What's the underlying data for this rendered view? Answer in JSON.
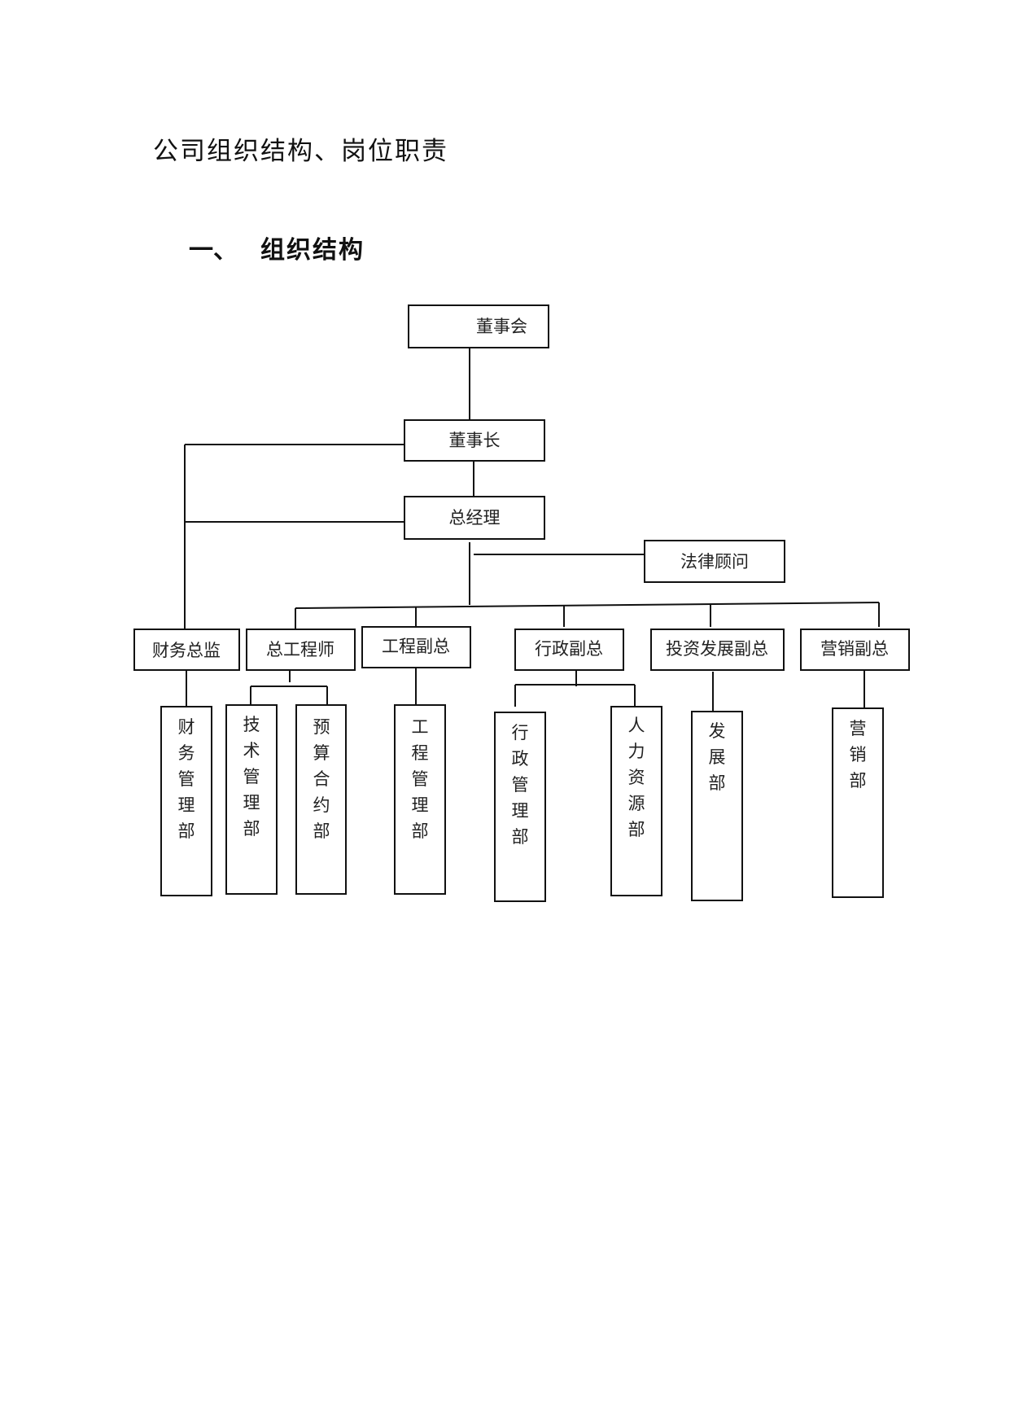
{
  "document": {
    "title": "公司组织结构、岗位职责",
    "section_number": "一、",
    "section_title": "组织结构"
  },
  "org_chart": {
    "board": "董事会",
    "chairman": "董事长",
    "general_manager": "总经理",
    "legal_advisor": "法律顾问",
    "executives": {
      "cfo": "财务总监",
      "chief_engineer": "总工程师",
      "engineering_vp": "工程副总",
      "admin_vp": "行政副总",
      "investment_vp": "投资发展副总",
      "marketing_vp": "营销副总"
    },
    "departments": {
      "finance": "财务管理部",
      "technical": "技术管理部",
      "budget_contract": "预算合约部",
      "engineering": "工程管理部",
      "administration": "行政管理部",
      "human_resources": "人力资源部",
      "development": "发展部",
      "marketing": "营销部"
    }
  }
}
